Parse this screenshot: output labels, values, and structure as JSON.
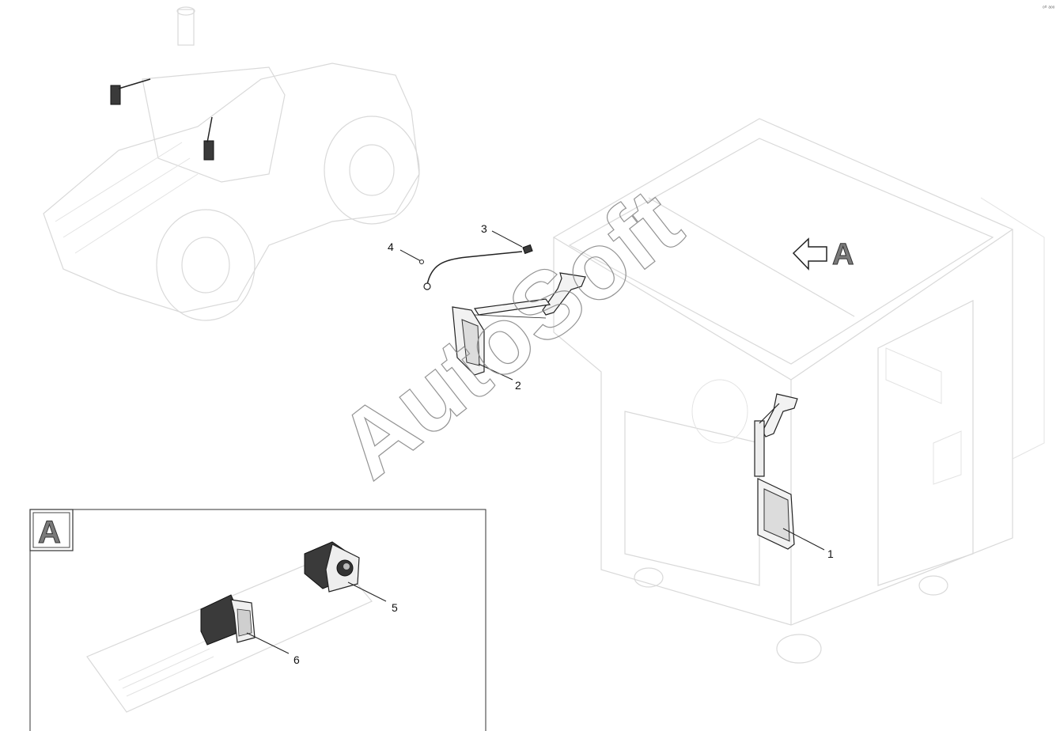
{
  "watermark": "AutoSoft",
  "corner_mark": "ᵒ⁰ ᵃᵒᵒ",
  "view_marker": {
    "label": "A",
    "arrow_icon": "left-arrow-icon"
  },
  "inset": {
    "label": "A"
  },
  "callouts": {
    "c1": "1",
    "c2": "2",
    "c3": "3",
    "c4": "4",
    "c5": "5",
    "c6": "6"
  }
}
